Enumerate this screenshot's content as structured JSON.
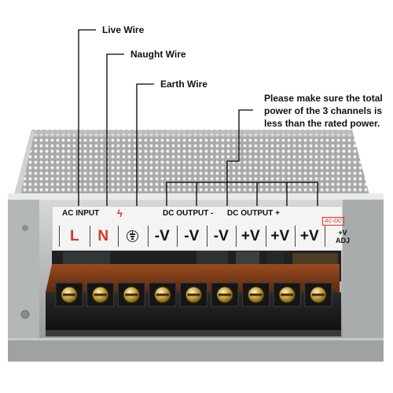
{
  "callouts": {
    "live_wire": "Live Wire",
    "naught_wire": "Naught Wire",
    "earth_wire": "Earth Wire"
  },
  "note": {
    "line1": "Please make sure the total",
    "line2": "power of the 3 channels is",
    "line3": "less than the rated power."
  },
  "label_strip": {
    "ac_input": "AC INPUT",
    "dc_output_minus": "DC OUTPUT -",
    "dc_output_plus": "DC OUTPUT +",
    "ac_dc": "AC-DC",
    "terminals": [
      "L",
      "N",
      "",
      "-V",
      "-V",
      "-V",
      "+V",
      "+V",
      "+V"
    ],
    "adj_top": "+V",
    "adj_bottom": "ADJ"
  },
  "icons": {
    "warning": "lightning-bolt-icon",
    "ground": "ground-symbol-icon",
    "screw": "terminal-screw-icon"
  },
  "colors": {
    "accent_red": "#e0302a",
    "leader_line": "#000000",
    "terminal_block": "#5a2a14",
    "chassis": "#b9bcbd"
  }
}
